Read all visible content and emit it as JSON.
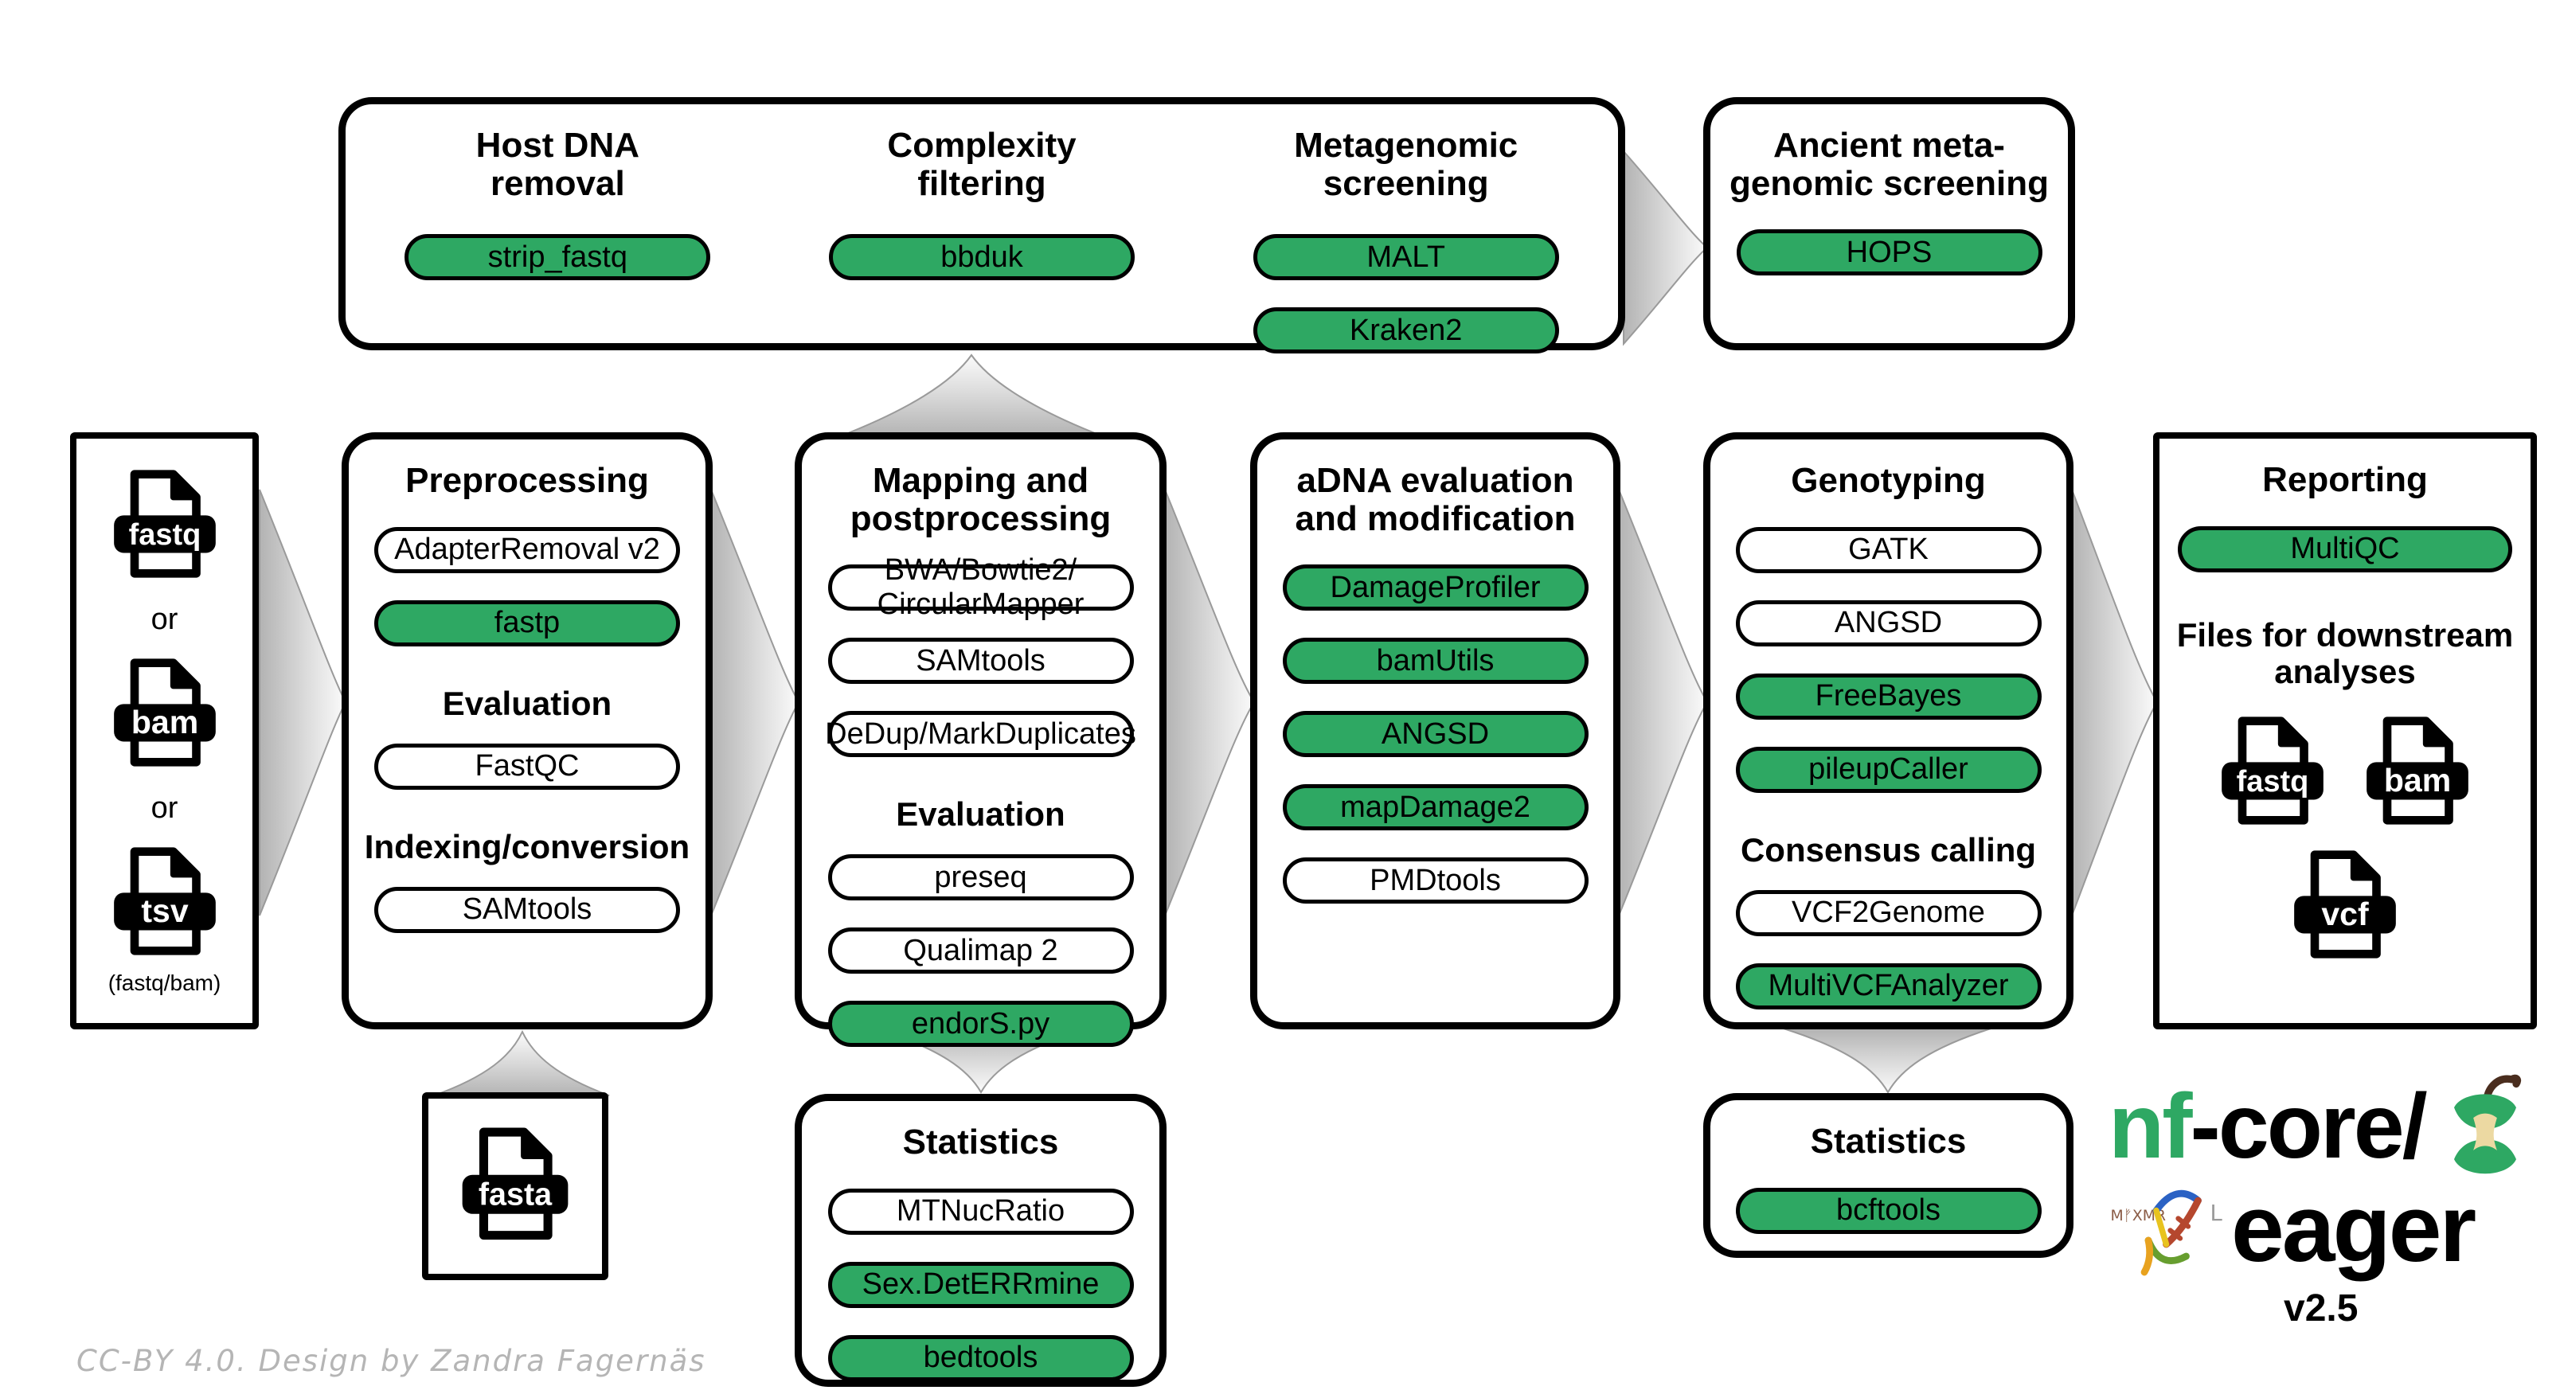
{
  "accent_green": "#2ea863",
  "top_band": {
    "columns": [
      {
        "title": "Host DNA\nremoval",
        "items": [
          {
            "type": "pill",
            "label": "strip_fastq",
            "green": true
          }
        ]
      },
      {
        "title": "Complexity\nfiltering",
        "items": [
          {
            "type": "pill",
            "label": "bbduk",
            "green": true
          }
        ]
      },
      {
        "title": "Metagenomic\nscreening",
        "items": [
          {
            "type": "pill",
            "label": "MALT",
            "green": true
          },
          {
            "type": "pill",
            "label": "Kraken2",
            "green": true
          }
        ]
      }
    ]
  },
  "ancient_box": {
    "title": "Ancient meta-\ngenomic screening",
    "items": [
      {
        "type": "pill",
        "label": "HOPS",
        "green": true
      }
    ]
  },
  "input_panel": {
    "file_labels": [
      "fastq",
      "bam",
      "tsv"
    ],
    "separator": "or",
    "caption": "(fastq/bam)"
  },
  "boxes": {
    "preprocessing": {
      "title": "Preprocessing",
      "items": [
        {
          "type": "pill",
          "label": "AdapterRemoval v2",
          "green": false
        },
        {
          "type": "pill",
          "label": "fastp",
          "green": true
        },
        {
          "type": "heading",
          "label": "Evaluation"
        },
        {
          "type": "pill",
          "label": "FastQC",
          "green": false
        },
        {
          "type": "heading",
          "label": "Indexing/conversion"
        },
        {
          "type": "pill",
          "label": "SAMtools",
          "green": false
        }
      ]
    },
    "mapping": {
      "title": "Mapping and\npostprocessing",
      "items": [
        {
          "type": "pill",
          "label": "BWA/Bowtie2/\nCircularMapper",
          "green": false
        },
        {
          "type": "pill",
          "label": "SAMtools",
          "green": false
        },
        {
          "type": "pill",
          "label": "DeDup/MarkDuplicates",
          "green": false
        },
        {
          "type": "heading",
          "label": "Evaluation"
        },
        {
          "type": "pill",
          "label": "preseq",
          "green": false
        },
        {
          "type": "pill",
          "label": "Qualimap 2",
          "green": false
        },
        {
          "type": "pill",
          "label": "endorS.py",
          "green": true
        }
      ]
    },
    "adna": {
      "title": "aDNA evaluation\nand modification",
      "items": [
        {
          "type": "pill",
          "label": "DamageProfiler",
          "green": true
        },
        {
          "type": "pill",
          "label": "bamUtils",
          "green": true
        },
        {
          "type": "pill",
          "label": "ANGSD",
          "green": true
        },
        {
          "type": "pill",
          "label": "mapDamage2",
          "green": true
        },
        {
          "type": "pill",
          "label": "PMDtools",
          "green": false
        }
      ]
    },
    "genotyping": {
      "title": "Genotyping",
      "items": [
        {
          "type": "pill",
          "label": "GATK",
          "green": false
        },
        {
          "type": "pill",
          "label": "ANGSD",
          "green": false
        },
        {
          "type": "pill",
          "label": "FreeBayes",
          "green": true
        },
        {
          "type": "pill",
          "label": "pileupCaller",
          "green": true
        },
        {
          "type": "heading",
          "label": "Consensus calling"
        },
        {
          "type": "pill",
          "label": "VCF2Genome",
          "green": false
        },
        {
          "type": "pill",
          "label": "MultiVCFAnalyzer",
          "green": true
        }
      ]
    },
    "reporting": {
      "title": "Reporting",
      "items": [
        {
          "type": "pill",
          "label": "MultiQC",
          "green": true
        }
      ],
      "downstream_heading": "Files for downstream\nanalyses",
      "file_labels": [
        "fastq",
        "bam",
        "vcf"
      ]
    }
  },
  "fasta_box": {
    "file_label": "fasta"
  },
  "stats_mapping": {
    "title": "Statistics",
    "items": [
      {
        "type": "pill",
        "label": "MTNucRatio",
        "green": false
      },
      {
        "type": "pill",
        "label": "Sex.DetERRmine",
        "green": true
      },
      {
        "type": "pill",
        "label": "bedtools",
        "green": true
      }
    ]
  },
  "stats_genotyping": {
    "title": "Statistics",
    "items": [
      {
        "type": "pill",
        "label": "bcftools",
        "green": true
      }
    ]
  },
  "logo": {
    "prefix": "nf",
    "rest": "-core/",
    "name": "eager",
    "version": "v2.5",
    "runes": "MᚠXMR",
    "rune_l": "L"
  },
  "footer": {
    "credit": "CC-BY 4.0. Design by Zandra Fagernäs"
  }
}
